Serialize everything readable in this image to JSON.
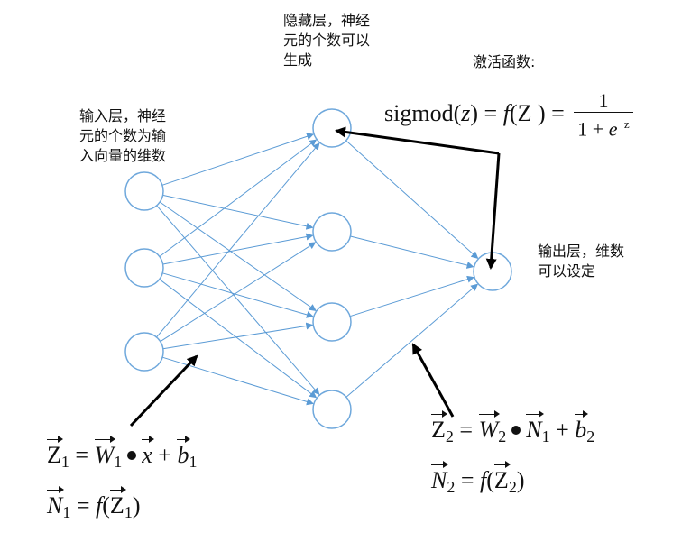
{
  "labels": {
    "input_layer": "输入层，神经\n元的个数为输\n入向量的维数",
    "hidden_layer": "隐藏层，神经\n元的个数可以\n生成",
    "activation_title": "激活函数:",
    "output_layer": "输出层，维数\n可以设定"
  },
  "formulas": {
    "sigmoid": {
      "lhs": "sigmod(",
      "var": "z",
      "mid": ") = ",
      "f": "f",
      "arg": "(Z ) =",
      "num": "1",
      "den": "1 + ",
      "e": "e",
      "exp": "−z"
    },
    "z1": {
      "Z": "Z",
      "sub1": "1",
      "eq": " = ",
      "W": "W",
      "x": "x",
      "plus": " + ",
      "b": "b"
    },
    "n1": {
      "N": "N",
      "sub": "1",
      "eq": " = ",
      "f": "f",
      "open": "(",
      "Z": "Z",
      "sub2": "1",
      "close": ")"
    },
    "z2": {
      "Z": "Z",
      "sub2": "2",
      "eq": " = ",
      "W": "W",
      "N": "N",
      "sub1": "1",
      "plus": " + ",
      "b": "b"
    },
    "n2": {
      "N": "N",
      "sub": "2",
      "eq": " = ",
      "f": "f",
      "open": "(",
      "Z": "Z",
      "sub2": "2",
      "close": ")"
    }
  },
  "colors": {
    "neuron_stroke": "#6fa8dc",
    "connection": "#5b9bd5",
    "arrow": "#000000",
    "text": "#111111"
  },
  "network": {
    "layers": [
      {
        "name": "input",
        "count": 3
      },
      {
        "name": "hidden",
        "count": 4
      },
      {
        "name": "output",
        "count": 1
      }
    ]
  }
}
